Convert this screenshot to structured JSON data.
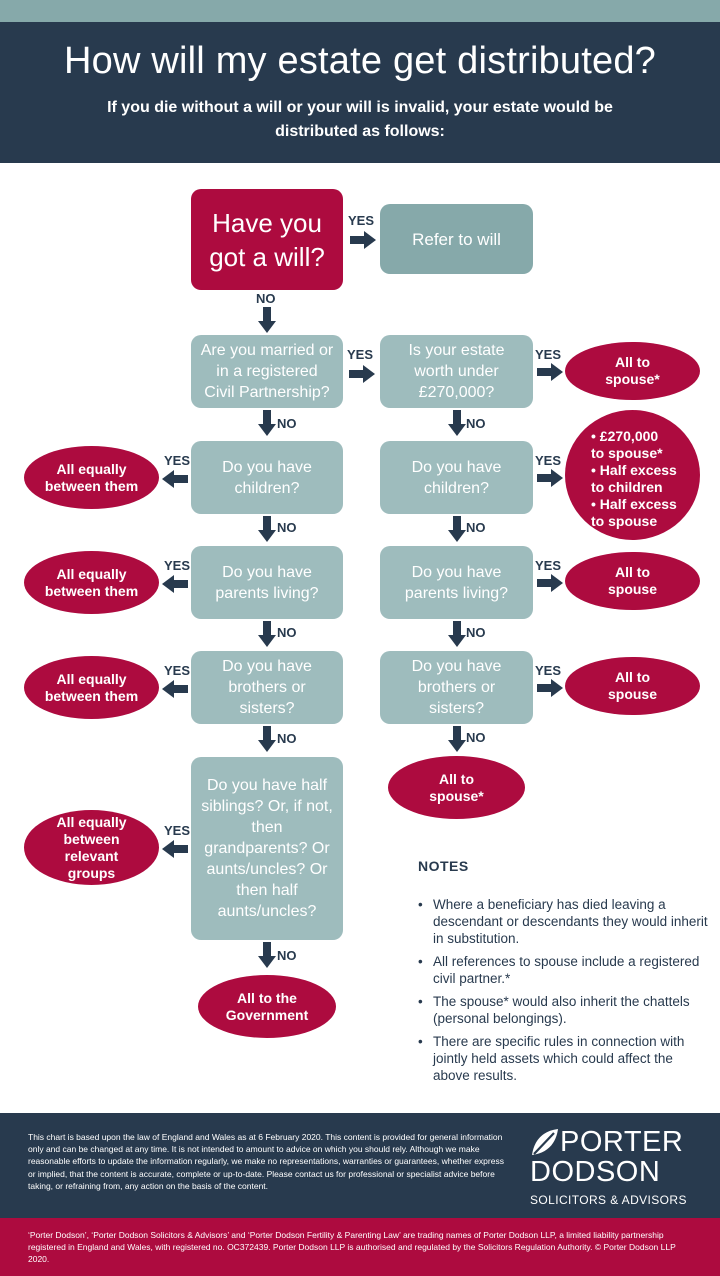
{
  "header": {
    "title": "How will my estate get distributed?",
    "subtitle": "If you die without a will or your will is invalid, your estate would be distributed as follows:"
  },
  "flow": {
    "start": "Have you got a will?",
    "refer": "Refer to will",
    "left": {
      "married": "Are you married or in a registered Civil Partnership?",
      "children": "Do you have children?",
      "parents": "Do you have parents living?",
      "siblings": "Do you have brothers or sisters?",
      "half": "Do you have half siblings? Or, if not, then grandparents? Or aunts/uncles? Or then half aunts/uncles?"
    },
    "right": {
      "worth": "Is your estate worth under £270,000?",
      "children": "Do you have children?",
      "parents": "Do you have parents living?",
      "siblings": "Do you have brothers or sisters?"
    },
    "outcomes": {
      "equal_children": "All equally between them",
      "equal_parents": "All equally between them",
      "equal_siblings": "All equally between them",
      "equal_groups": "All equally between relevant groups",
      "government": "All to the Government",
      "spouse_star_top": "All to spouse*",
      "spouse_parents": "All to spouse",
      "spouse_siblings": "All to spouse",
      "spouse_star_bottom": "All to spouse*",
      "split": [
        "• £270,000",
        "to spouse*",
        "• Half excess",
        "to children",
        "• Half excess",
        "to spouse"
      ]
    },
    "labels": {
      "yes": "YES",
      "no": "NO"
    }
  },
  "notes": {
    "title": "NOTES",
    "items": [
      "Where a beneficiary has died leaving a descendant or descendants they would inherit in substitution.",
      "All references to spouse include a registered civil partner.*",
      "The spouse* would also inherit the chattels (personal belongings).",
      "There are specific rules in connection with jointly held assets which could affect the above results."
    ]
  },
  "footer": {
    "disclaimer": "This chart is based upon the law of England and Wales as at 6 February 2020. This content is provided for general information only and can be changed at any time. It is not intended to amount to advice on which you should rely. Although we make reasonable efforts to update the information regularly, we make no representations, warranties or guarantees, whether express or implied, that the content is accurate, complete or up-to-date. Please contact us for professional or specialist advice before taking, or refraining from, any action on the basis of the content.",
    "logo_line1": "PORTER",
    "logo_line2": "DODSON",
    "logo_sub": "SOLICITORS & ADVISORS",
    "legal": "‘Porter Dodson’, ‘Porter Dodson Solicitors & Advisors’ and ‘Porter Dodson Fertility & Parenting Law’ are trading names of Porter Dodson LLP, a limited liability partnership registered in England and Wales, with registered no. OC372439. Porter Dodson LLP is authorised and regulated by the Solicitors Regulation Authority. © Porter Dodson LLP 2020."
  },
  "colors": {
    "navy": "#283a4e",
    "teal": "#86a9aa",
    "light_teal": "#9ebcbd",
    "crimson": "#ad0b3f"
  }
}
